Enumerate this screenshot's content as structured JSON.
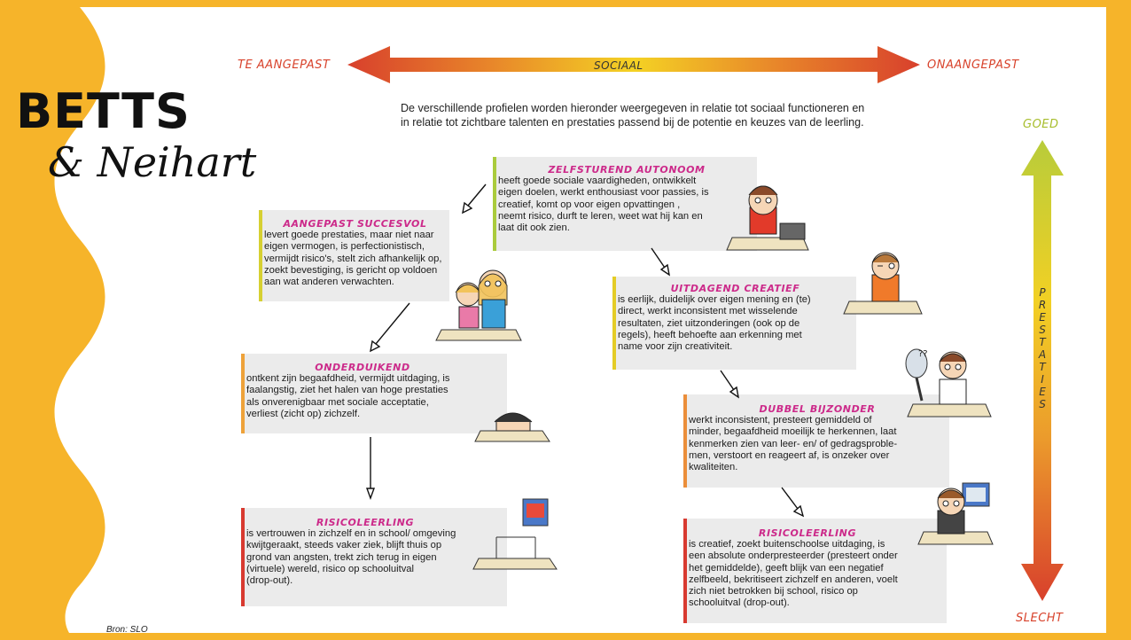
{
  "title": {
    "line1": "BETTS",
    "line2": "& Neihart"
  },
  "social_axis": {
    "left": "TE AANGEPAST",
    "center": "SOCIAAL",
    "right": "ONAANGEPAST"
  },
  "performance_axis": {
    "top": "GOED",
    "bottom": "SLECHT",
    "letters": [
      "P",
      "R",
      "E",
      "S",
      "T",
      "A",
      "T",
      "I",
      "E",
      "S"
    ]
  },
  "intro": {
    "line1": "De verschillende profielen worden hieronder weergegeven in relatie tot sociaal functioneren en",
    "line2": "in relatie tot zichtbare talenten en prestaties passend bij de potentie en keuzes van de leerling."
  },
  "profiles": {
    "zelfsturend": {
      "heading": "ZELFSTUREND AUTONOOM",
      "lines": [
        "heeft goede sociale vaardigheden, ontwikkelt",
        "eigen doelen, werkt enthousiast voor passies, is",
        "creatief, komt op voor eigen opvattingen ,",
        "neemt risico, durft te leren, weet wat hij kan en",
        "laat dit ook zien."
      ]
    },
    "aangepast": {
      "heading": "AANGEPAST SUCCESVOL",
      "lines": [
        "levert goede prestaties, maar niet naar",
        "eigen vermogen, is perfectionistisch,",
        "vermijdt risico's, stelt zich afhankelijk op,",
        "zoekt bevestiging, is gericht op voldoen",
        "aan wat anderen verwachten."
      ]
    },
    "uitdagend": {
      "heading": "UITDAGEND CREATIEF",
      "lines": [
        "is eerlijk, duidelijk over eigen mening en (te)",
        "direct, werkt inconsistent met wisselende",
        "resultaten, ziet uitzonderingen (ook op de",
        "regels), heeft behoefte aan erkenning met",
        "name voor zijn creativiteit."
      ]
    },
    "onderduikend": {
      "heading": "ONDERDUIKEND",
      "lines": [
        "ontkent zijn begaafdheid, vermijdt uitdaging, is",
        "faalangstig, ziet het halen van hoge prestaties",
        "als onverenigbaar met sociale acceptatie,",
        "verliest (zicht op) zichzelf."
      ]
    },
    "dubbel": {
      "heading": "DUBBEL BIJZONDER",
      "lines": [
        "werkt inconsistent, presteert gemiddeld of",
        "minder, begaafdheid moeilijk te herkennen, laat",
        "kenmerken zien van leer- en/ of gedragsproble-",
        "men, verstoort en reageert af, is onzeker over",
        "kwaliteiten."
      ]
    },
    "risico1": {
      "heading": "RISICOLEERLING",
      "lines": [
        "is vertrouwen in zichzelf en in school/ omgeving",
        "kwijtgeraakt, steeds vaker ziek, blijft thuis op",
        "grond van angsten, trekt zich terug in eigen",
        "(virtuele) wereld, risico op schooluitval",
        "(drop-out)."
      ]
    },
    "risico2": {
      "heading": "RISICOLEERLING",
      "lines": [
        "is creatief, zoekt buitenschoolse uitdaging, is",
        "een absolute onderpresteerder (presteert onder",
        "het gemiddelde), geeft blijk van een negatief",
        "zelfbeeld, bekritiseert zichzelf en anderen, voelt",
        "zich niet betrokken bij school, risico op",
        "schooluitval (drop-out)."
      ]
    }
  },
  "illustration_text": {
    "question_marks": "??"
  },
  "source": "Bron: SLO",
  "colors": {
    "frame": "#f6b42a",
    "axis_red": "#d8402c",
    "axis_yellow": "#f3cc1c",
    "axis_green": "#b8cc3a",
    "heading_magenta": "#cc2a8a",
    "bar_green": "#aacb3c",
    "bar_yellow": "#e4cc26",
    "bar_orange": "#eea23a",
    "bar_red": "#d83a30",
    "box_bg": "#ebebeb"
  },
  "icons": [
    "wavy-yellow-border",
    "double-arrow-horizontal",
    "double-arrow-vertical",
    "flow-arrow",
    "student-illustration",
    "magnifying-glass-illustration",
    "framed-picture-illustration"
  ]
}
